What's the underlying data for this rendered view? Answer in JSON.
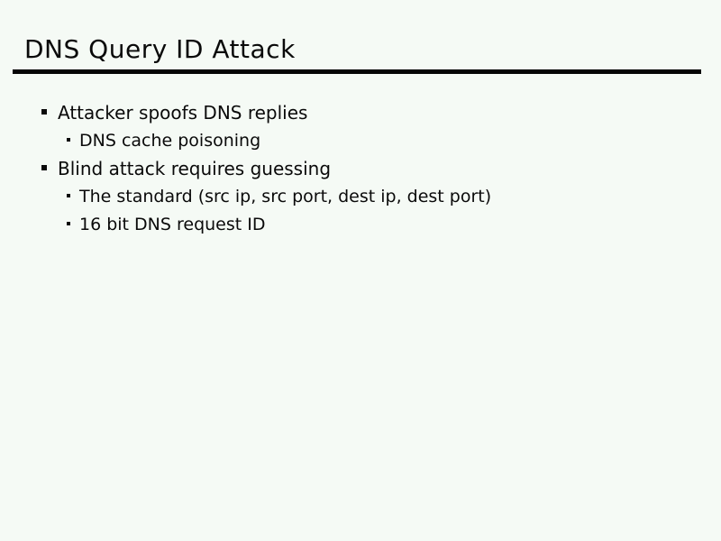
{
  "slide": {
    "title": "DNS Query ID Attack",
    "background_color": "#f5faf5",
    "text_color": "#0a0a0a",
    "rule_color": "#050505",
    "bullets": [
      {
        "level": 1,
        "text": "Attacker spoofs DNS replies"
      },
      {
        "level": 2,
        "text": "DNS cache poisoning"
      },
      {
        "level": 1,
        "text": "Blind attack requires guessing"
      },
      {
        "level": 2,
        "text": "The standard (src ip, src port, dest ip, dest port)"
      },
      {
        "level": 2,
        "text": "16 bit DNS request ID"
      }
    ]
  }
}
